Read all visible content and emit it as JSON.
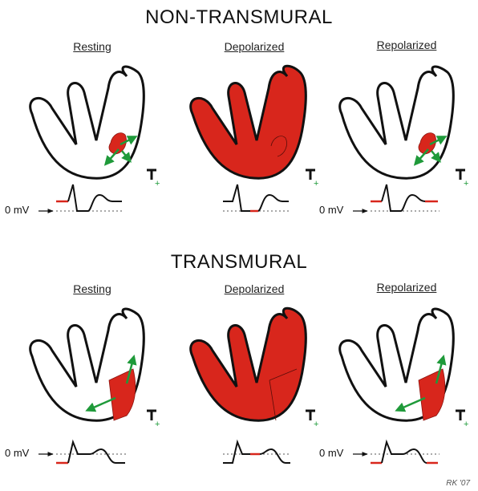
{
  "sections": [
    {
      "title": "NON-TRANSMURAL",
      "panels": [
        {
          "label": "Resting"
        },
        {
          "label": "Depolarized"
        },
        {
          "label": "Repolarized"
        }
      ]
    },
    {
      "title": "TRANSMURAL",
      "panels": [
        {
          "label": "Resting"
        },
        {
          "label": "Depolarized"
        },
        {
          "label": "Repolarized"
        }
      ]
    }
  ],
  "baseline_label": "0 mV",
  "electrode_symbol": "T+",
  "signature": "RK '07",
  "colors": {
    "injury": "#d8261c",
    "current_arrow": "#1f9a3a",
    "outline": "#111111",
    "ecg_highlight": "#d8261c"
  }
}
